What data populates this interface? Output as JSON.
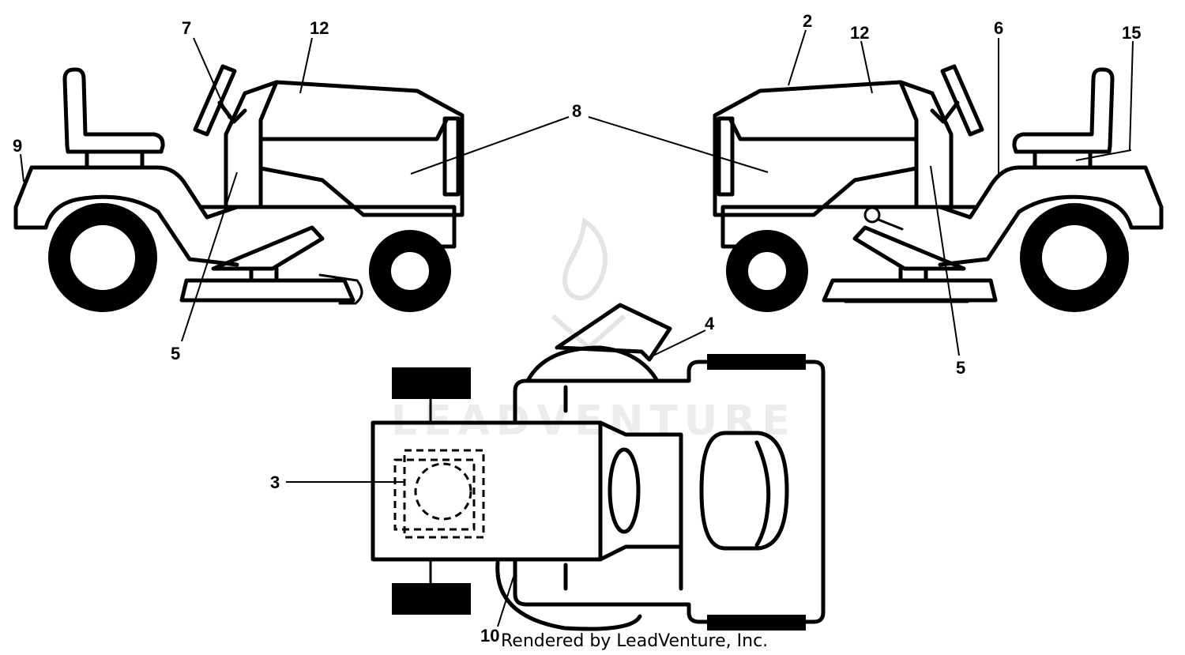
{
  "callouts": {
    "c2": "2",
    "c3": "3",
    "c4": "4",
    "c5_left": "5",
    "c5_right": "5",
    "c6": "6",
    "c7": "7",
    "c8": "8",
    "c9": "9",
    "c10": "10",
    "c12_left": "12",
    "c12_right": "12",
    "c15": "15"
  },
  "watermark": {
    "text": "LEADVENTURE"
  },
  "credit": "Rendered by LeadVenture, Inc."
}
